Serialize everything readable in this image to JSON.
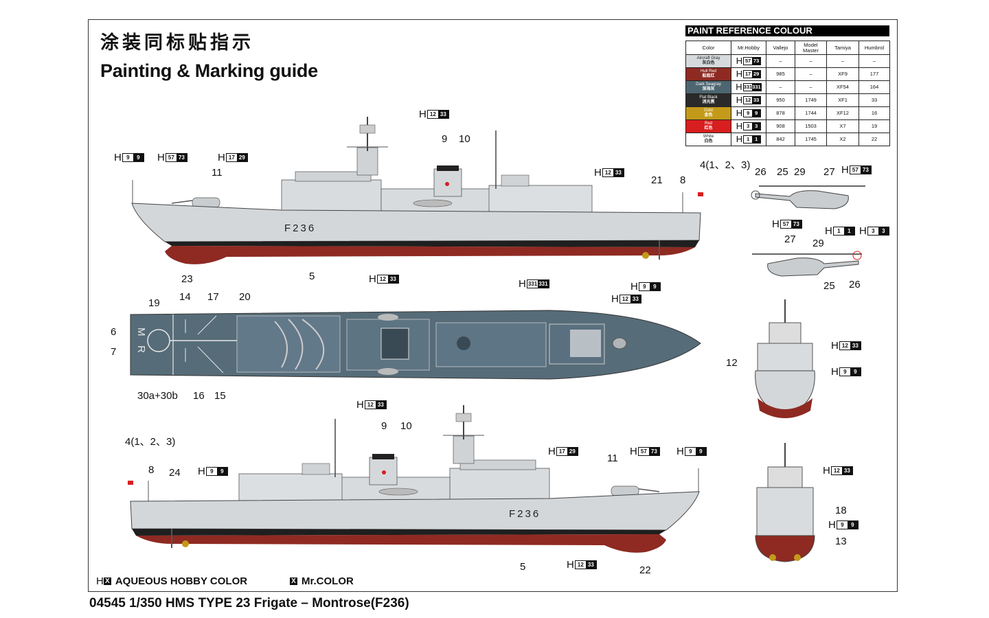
{
  "title_cn": "涂装同标贴指示",
  "title_en": "Painting & Marking guide",
  "paint_reference": {
    "header": "PAINT  REFERENCE COLOUR",
    "columns": [
      "Color",
      "Mr.Hobby",
      "Vallejo",
      "Model Master",
      "Tamiya",
      "Humbrol"
    ],
    "rows": [
      {
        "name": "Aircraft Gray",
        "name_cn": "灰白色",
        "swatch": "#d6dadd",
        "text_color": "#222",
        "mr_hobby": [
          "57",
          "73"
        ],
        "vallejo": "–",
        "model_master": "–",
        "tamiya": "–",
        "humbrol": "–"
      },
      {
        "name": "Hull Red",
        "name_cn": "船底红",
        "swatch": "#8e2a22",
        "text_color": "#fff",
        "mr_hobby": [
          "17",
          "29"
        ],
        "vallejo": "985",
        "model_master": "–",
        "tamiya": "XF9",
        "humbrol": "177"
      },
      {
        "name": "Dark Seagray",
        "name_cn": "深海灰",
        "swatch": "#4d6570",
        "text_color": "#fff",
        "mr_hobby": [
          "331",
          "331"
        ],
        "vallejo": "–",
        "model_master": "–",
        "tamiya": "XF54",
        "humbrol": "164"
      },
      {
        "name": "Flat Black",
        "name_cn": "消光黑",
        "swatch": "#2a2a2a",
        "text_color": "#fff",
        "mr_hobby": [
          "12",
          "33"
        ],
        "vallejo": "950",
        "model_master": "1749",
        "tamiya": "XF1",
        "humbrol": "33"
      },
      {
        "name": "Gold",
        "name_cn": "金色",
        "swatch": "#c49a1a",
        "text_color": "#fff",
        "mr_hobby": [
          "9",
          "9"
        ],
        "vallejo": "878",
        "model_master": "1744",
        "tamiya": "XF12",
        "humbrol": "16"
      },
      {
        "name": "Red",
        "name_cn": "红色",
        "swatch": "#d81e1e",
        "text_color": "#fff",
        "mr_hobby": [
          "3",
          "3"
        ],
        "vallejo": "908",
        "model_master": "1503",
        "tamiya": "X7",
        "humbrol": "19"
      },
      {
        "name": "White",
        "name_cn": "白色",
        "swatch": "#ffffff",
        "text_color": "#222",
        "mr_hobby": [
          "1",
          "1"
        ],
        "vallejo": "842",
        "model_master": "1745",
        "tamiya": "X2",
        "humbrol": "22"
      }
    ]
  },
  "hull_number": "F236",
  "deck_letters": [
    "M",
    "R"
  ],
  "callouts": [
    {
      "h": [
        "9",
        "9"
      ]
    },
    {
      "h": [
        "57",
        "73"
      ]
    },
    {
      "h": [
        "17",
        "29"
      ]
    },
    {
      "text": "11"
    },
    {
      "h": [
        "12",
        "33"
      ]
    },
    {
      "text": "9"
    },
    {
      "text": "10"
    },
    {
      "h": [
        "12",
        "33"
      ]
    },
    {
      "text": "21"
    },
    {
      "text": "8"
    },
    {
      "text": "4(1、2、3)"
    },
    {
      "text": "23"
    },
    {
      "text": "5"
    },
    {
      "h": [
        "12",
        "33"
      ]
    },
    {
      "h": [
        "331",
        "331"
      ]
    },
    {
      "h": [
        "9",
        "9"
      ]
    },
    {
      "h": [
        "12",
        "33"
      ]
    },
    {
      "text": "19"
    },
    {
      "text": "14"
    },
    {
      "text": "17"
    },
    {
      "text": "20"
    },
    {
      "text": "6"
    },
    {
      "text": "7"
    },
    {
      "text": "30a+30b"
    },
    {
      "text": "16"
    },
    {
      "text": "15"
    },
    {
      "text": "26"
    },
    {
      "text": "25"
    },
    {
      "text": "29"
    },
    {
      "text": "27"
    },
    {
      "h": [
        "57",
        "73"
      ]
    },
    {
      "h": [
        "57",
        "73"
      ]
    },
    {
      "text": "27"
    },
    {
      "text": "29"
    },
    {
      "h": [
        "1",
        "1"
      ]
    },
    {
      "h": [
        "3",
        "3"
      ]
    },
    {
      "text": "25"
    },
    {
      "text": "26"
    },
    {
      "h": [
        "12",
        "33"
      ]
    },
    {
      "text": "12"
    },
    {
      "h": [
        "9",
        "9"
      ]
    },
    {
      "h": [
        "12",
        "33"
      ]
    },
    {
      "text": "18"
    },
    {
      "h": [
        "9",
        "9"
      ]
    },
    {
      "text": "13"
    },
    {
      "h": [
        "12",
        "33"
      ]
    },
    {
      "text": "9"
    },
    {
      "text": "10"
    },
    {
      "text": "4(1、2、3)"
    },
    {
      "text": "8"
    },
    {
      "text": "24"
    },
    {
      "h": [
        "9",
        "9"
      ]
    },
    {
      "h": [
        "17",
        "29"
      ]
    },
    {
      "text": "11"
    },
    {
      "h": [
        "57",
        "73"
      ]
    },
    {
      "h": [
        "9",
        "9"
      ]
    },
    {
      "text": "5"
    },
    {
      "h": [
        "12",
        "33"
      ]
    },
    {
      "text": "22"
    }
  ],
  "legend": {
    "aqueous_label": "AQUEOUS HOBBY COLOR",
    "aqueous_prefix": "H",
    "mr_color_label": "Mr.COLOR",
    "box_mark": "X"
  },
  "footer": "04545  1/350  HMS TYPE 23 Frigate – Montrose(F236)",
  "colors": {
    "aircraft_gray": "#d6dadd",
    "hull_red": "#8e2a22",
    "dark_seagray": "#566c78",
    "flat_black": "#222222",
    "gold": "#c49a1a",
    "red": "#d81e1e",
    "white": "#ffffff"
  }
}
